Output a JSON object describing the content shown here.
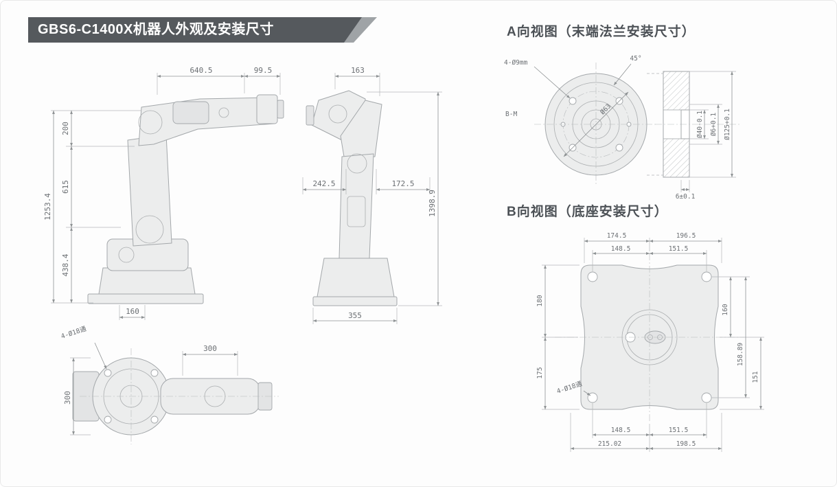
{
  "banner": {
    "title": "GBS6-C1400X机器人外观及安装尺寸"
  },
  "viewA": {
    "title": "A向视图（末端法兰安装尺寸）"
  },
  "viewB": {
    "title": "B向视图（底座安装尺寸）"
  },
  "front": {
    "arm_span": "640.5",
    "wrist_offset": "99.5",
    "upper_offset": "200",
    "arm_height": "615",
    "overall_height": "1253.4",
    "base_height": "438.4",
    "base_width": "160"
  },
  "side": {
    "wrist_width": "163",
    "front_offset": "242.5",
    "rear_offset": "172.5",
    "overall_height": "1398.9",
    "base_depth": "355"
  },
  "bottom": {
    "bolt_note": "4-Ø18通",
    "width": "300",
    "depth": "300"
  },
  "flange": {
    "bolt_note": "4-Ø9mm",
    "bolt_angle": "45°",
    "section_ref": "B-M",
    "bolt_circle": "Ø63",
    "bore_dia": "Ø40-0.1",
    "dowel_dia": "Ø6+0.1",
    "flange_dia": "Ø125+0.1",
    "flange_depth": "6±0.1"
  },
  "base": {
    "bolt_note": "4-Ø18通",
    "top_left": "174.5",
    "top_right": "196.5",
    "hole_span_left": "148.5",
    "hole_span_right": "151.5",
    "left_upper": "180",
    "left_lower": "175",
    "right_upper": "160",
    "right_mid": "158.89",
    "right_lower": "151",
    "bottom_hole_left": "148.5",
    "bottom_hole_right": "151.5",
    "bottom_left": "215.02",
    "bottom_right": "198.5"
  }
}
